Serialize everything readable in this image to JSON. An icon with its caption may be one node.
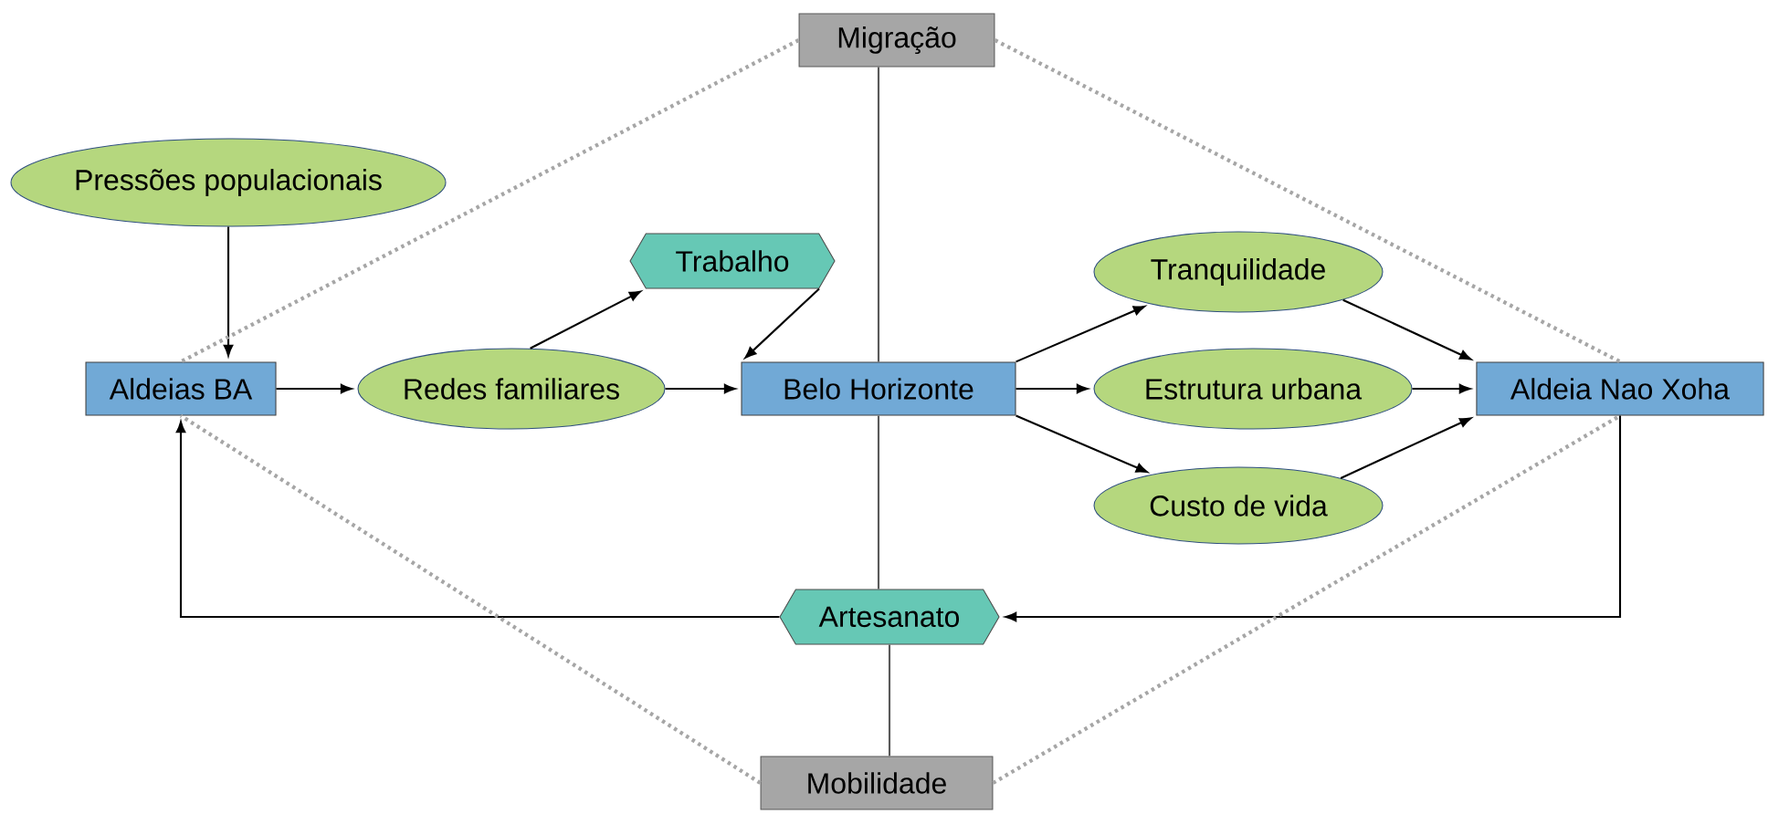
{
  "diagram": {
    "nodes": [
      {
        "text": [
          "Migração"
        ]
      },
      {
        "text": [
          "Pressões populacionais"
        ]
      },
      {
        "text": [
          "Trabalho"
        ]
      },
      {
        "text": [
          "Tranquilidade"
        ]
      },
      {
        "text": [
          "Aldeias BA"
        ]
      },
      {
        "text": [
          "Redes familiares"
        ]
      },
      {
        "text": [
          "Belo Horizonte"
        ]
      },
      {
        "text": [
          "Estrutura urbana"
        ]
      },
      {
        "text": [
          "Aldeia Nao Xoha"
        ]
      },
      {
        "text": [
          "Custo de vida"
        ]
      },
      {
        "text": [
          "Artesanato"
        ]
      },
      {
        "text": [
          "Mobilidade"
        ]
      }
    ],
    "edges": [
      {
        "from": 1,
        "to": 4,
        "arrow": "to"
      },
      {
        "from": 4,
        "to": 5,
        "arrow": "to"
      },
      {
        "from": 5,
        "to": 2,
        "arrow": "to"
      },
      {
        "from": 2,
        "to": 6,
        "arrow": "to"
      },
      {
        "from": 5,
        "to": 6,
        "arrow": "to"
      },
      {
        "from": 6,
        "to": 3,
        "arrow": "to"
      },
      {
        "from": 6,
        "to": 7,
        "arrow": "to"
      },
      {
        "from": 6,
        "to": 9,
        "arrow": "to"
      },
      {
        "from": 3,
        "to": 8,
        "arrow": "to"
      },
      {
        "from": 7,
        "to": 8,
        "arrow": "to"
      },
      {
        "from": 9,
        "to": 8,
        "arrow": "to"
      },
      {
        "from": 8,
        "to": 10,
        "arrow": "to"
      },
      {
        "from": 10,
        "to": 4,
        "arrow": "to"
      },
      {
        "from": 0,
        "to": 6,
        "arrow": "none",
        "color": "#595959"
      },
      {
        "from": 6,
        "to": 10,
        "arrow": "none",
        "color": "#595959"
      },
      {
        "from": 10,
        "to": 11,
        "arrow": "none",
        "color": "#595959"
      },
      {
        "from": 0,
        "to": 4,
        "arrow": "none",
        "style": "dashed",
        "color": "#a6a6a6"
      },
      {
        "from": 0,
        "to": 8,
        "arrow": "none",
        "style": "dashed",
        "color": "#a6a6a6"
      },
      {
        "from": 11,
        "to": 4,
        "arrow": "none",
        "style": "dashed",
        "color": "#a6a6a6"
      },
      {
        "from": 11,
        "to": 8,
        "arrow": "none",
        "style": "dashed",
        "color": "#a6a6a6"
      }
    ]
  }
}
